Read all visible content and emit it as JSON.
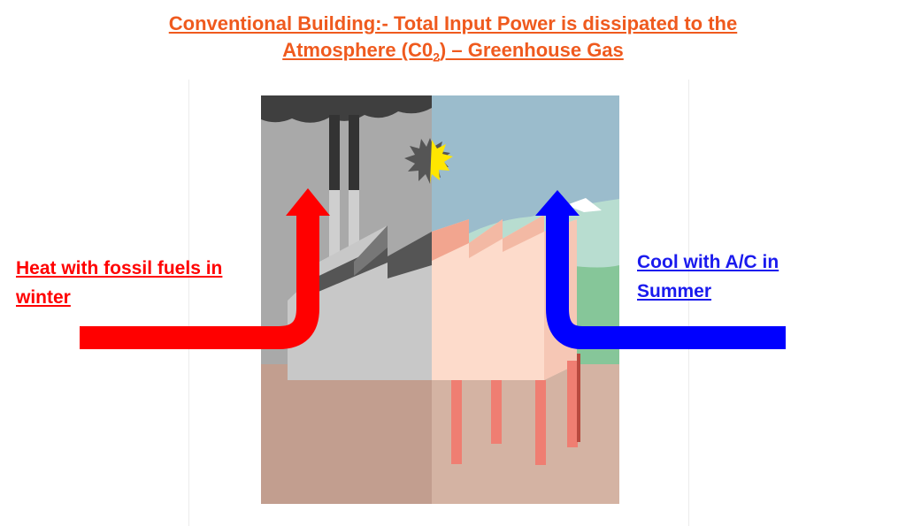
{
  "title": {
    "line1": "Conventional Building:- Total Input Power is dissipated to the",
    "line2_prefix": "Atmosphere (C0",
    "line2_sub": "2",
    "line2_suffix": ") – Greenhouse Gas"
  },
  "labels": {
    "heat_line1": "Heat with fossil fuels in",
    "heat_line2": "winter",
    "cool_line1": "Cool with A/C in",
    "cool_line2": "Summer"
  },
  "colors": {
    "title": "#ef5a1e",
    "heat_arrow": "#ff0000",
    "cool_arrow": "#0000ff",
    "polluted_sky": "#a9a9a9",
    "clean_sky": "#9bbccc",
    "ground_left": "#c29e8f",
    "ground_right": "#d4b3a3"
  },
  "icons": {
    "sun": "sun-icon",
    "smoke": "smoke-cloud-icon",
    "factory": "factory-icon"
  }
}
